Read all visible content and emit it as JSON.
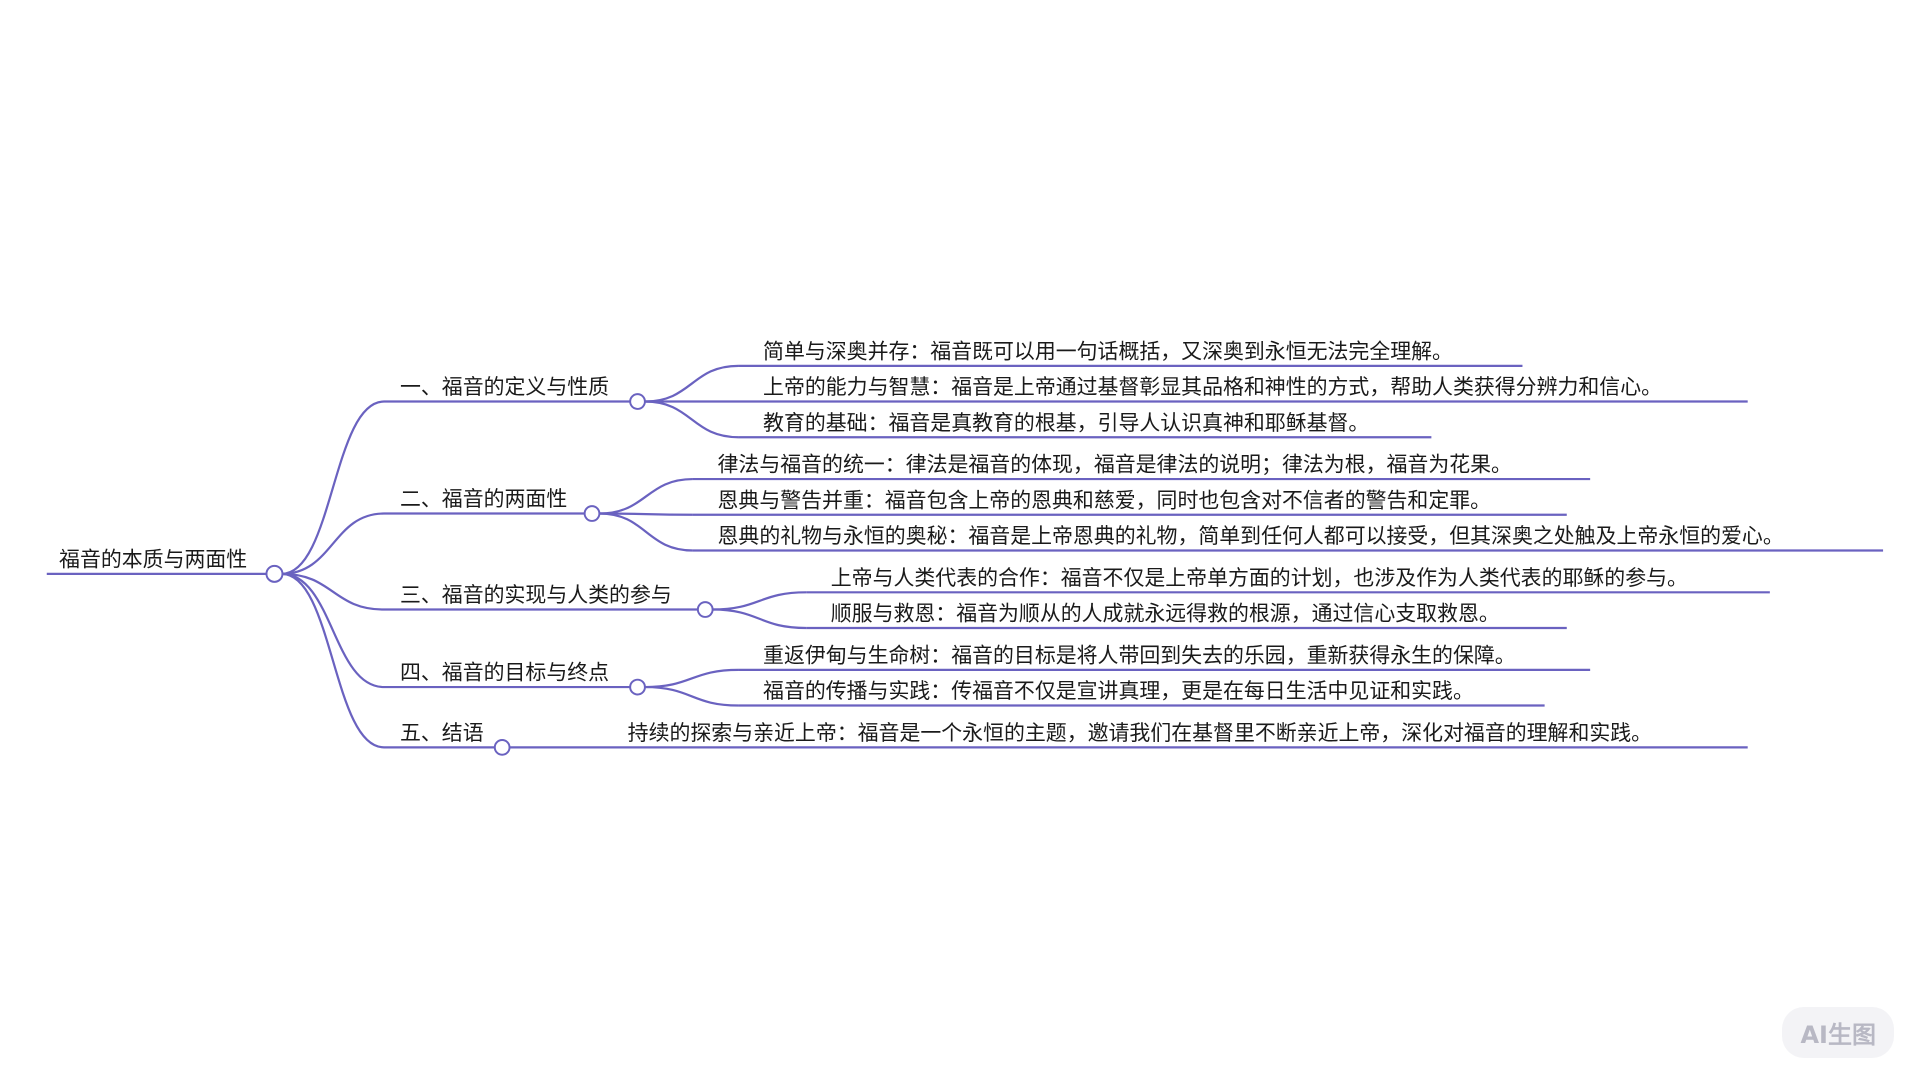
{
  "root": "福音的本质与两面性",
  "branches": [
    {
      "label": "一、福音的定义与性质",
      "children": [
        "简单与深奥并存：福音既可以用一句话概括，又深奥到永恒无法完全理解。",
        "上帝的能力与智慧：福音是上帝通过基督彰显其品格和神性的方式，帮助人类获得分辨力和信心。",
        "教育的基础：福音是真教育的根基，引导人认识真神和耶稣基督。"
      ]
    },
    {
      "label": "二、福音的两面性",
      "children": [
        "律法与福音的统一：律法是福音的体现，福音是律法的说明；律法为根，福音为花果。",
        "恩典与警告并重：福音包含上帝的恩典和慈爱，同时也包含对不信者的警告和定罪。",
        "恩典的礼物与永恒的奥秘：福音是上帝恩典的礼物，简单到任何人都可以接受，但其深奥之处触及上帝永恒的爱心。"
      ]
    },
    {
      "label": "三、福音的实现与人类的参与",
      "children": [
        "上帝与人类代表的合作：福音不仅是上帝单方面的计划，也涉及作为人类代表的耶稣的参与。",
        "顺服与救恩：福音为顺从的人成就永远得救的根源，通过信心支取救恩。"
      ]
    },
    {
      "label": "四、福音的目标与终点",
      "children": [
        "重返伊甸与生命树：福音的目标是将人带回到失去的乐园，重新获得永生的保障。",
        "福音的传播与实践：传福音不仅是宣讲真理，更是在每日生活中见证和实践。"
      ]
    },
    {
      "label": "五、结语",
      "children": [
        "持续的探索与亲近上帝：福音是一个永恒的主题，邀请我们在基督里不断亲近上帝，深化对福音的理解和实践。"
      ]
    }
  ],
  "badge": "AI生图",
  "colors": {
    "line": "#6a62c0"
  }
}
